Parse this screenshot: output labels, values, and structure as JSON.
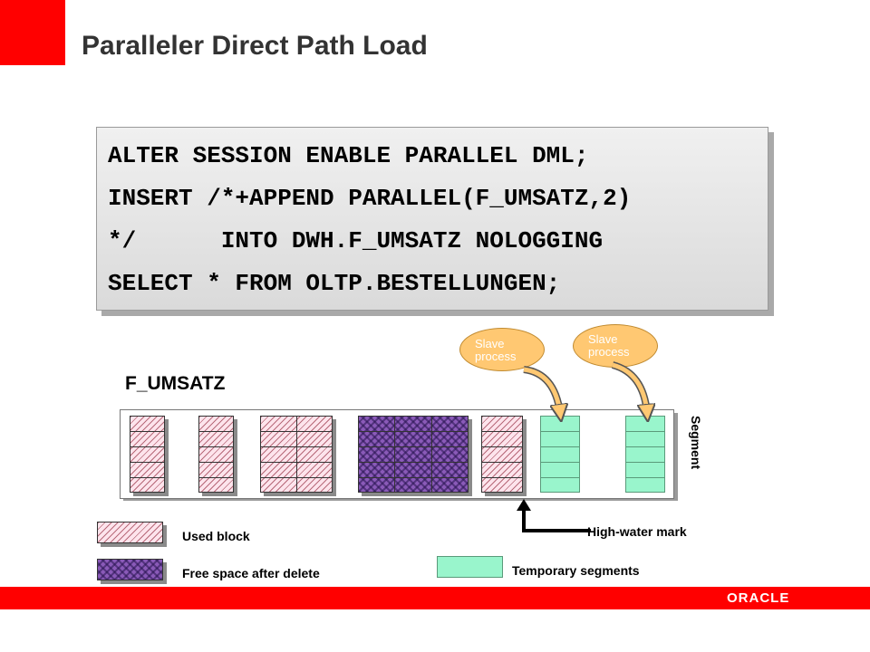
{
  "title": "Paralleler Direct Path Load",
  "code_lines": [
    "ALTER SESSION ENABLE PARALLEL DML;",
    "INSERT /*+APPEND PARALLEL(F_UMSATZ,2)",
    "*/      INTO DWH.F_UMSATZ NOLOGGING",
    "SELECT * FROM OLTP.BESTELLUNGEN;"
  ],
  "diagram": {
    "table_name": "F_UMSATZ",
    "segment_label": "Segment",
    "slave_processes": [
      {
        "line1": "Slave",
        "line2": "process"
      },
      {
        "line1": "Slave",
        "line2": "process"
      }
    ],
    "high_water_mark_label": "High-water mark"
  },
  "legend": {
    "used_block": "Used block",
    "free_space": "Free space after delete",
    "temporary_segments": "Temporary segments"
  },
  "footer": {
    "logo_text": "ORACLE"
  },
  "colors": {
    "accent_red": "#ff0000",
    "used_block": "#fde4ec",
    "free_space": "#8a5ab8",
    "temporary_segment": "#99f5cc",
    "slave_bubble": "#ffc872"
  }
}
